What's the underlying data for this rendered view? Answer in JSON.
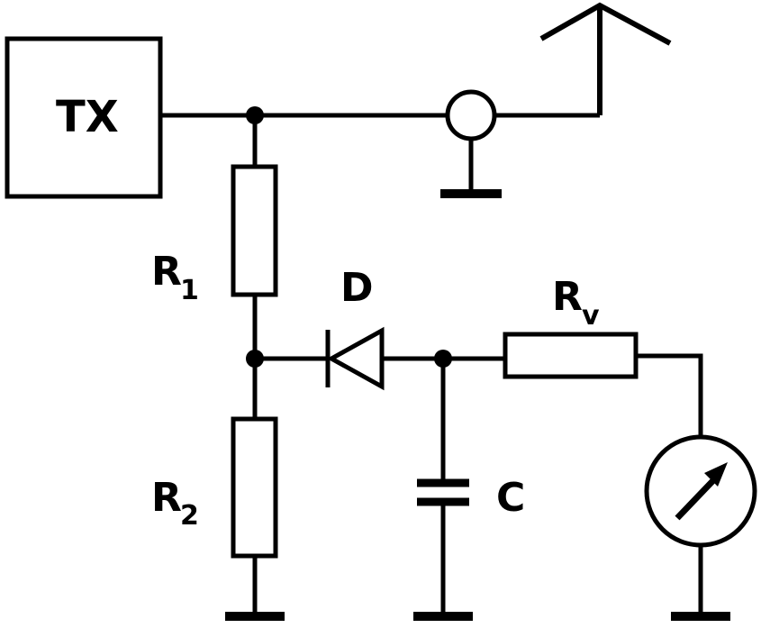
{
  "diagram": {
    "labels": {
      "transmitter": "TX",
      "resistor_1": "R",
      "resistor_1_sub": "1",
      "resistor_2": "R",
      "resistor_2_sub": "2",
      "diode": "D",
      "series_resistor": "R",
      "series_resistor_sub": "v",
      "capacitor": "C"
    },
    "components": [
      {
        "id": "transmitter",
        "type": "block"
      },
      {
        "id": "antenna",
        "type": "antenna"
      },
      {
        "id": "coax-connector",
        "type": "coaxial-connector"
      },
      {
        "id": "resistor-1",
        "type": "resistor"
      },
      {
        "id": "resistor-2",
        "type": "resistor"
      },
      {
        "id": "diode",
        "type": "diode"
      },
      {
        "id": "capacitor",
        "type": "capacitor"
      },
      {
        "id": "series-resistor",
        "type": "resistor"
      },
      {
        "id": "meter",
        "type": "analog-meter"
      }
    ],
    "colors": {
      "stroke": "#000000",
      "background": "#ffffff"
    }
  }
}
